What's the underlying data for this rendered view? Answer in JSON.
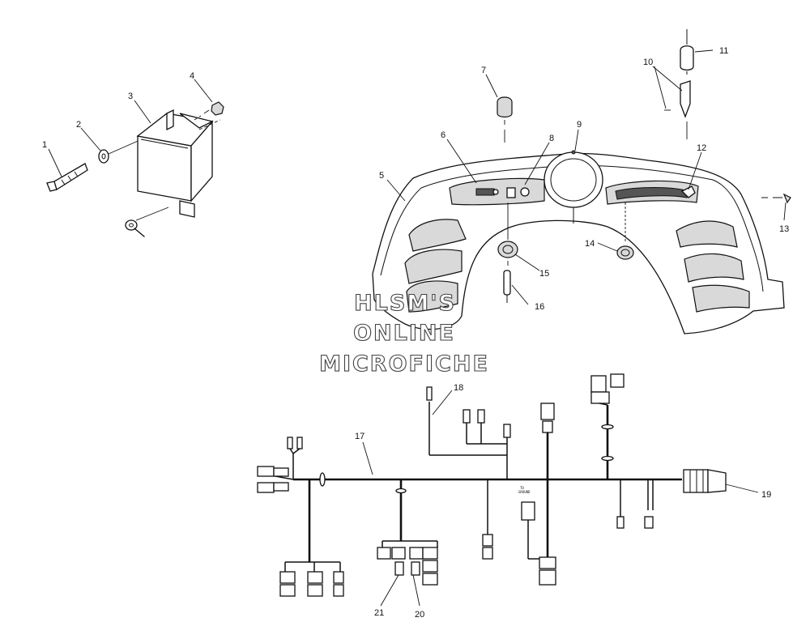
{
  "callouts": [
    {
      "id": "1",
      "label": "1"
    },
    {
      "id": "2",
      "label": "2"
    },
    {
      "id": "3",
      "label": "3"
    },
    {
      "id": "4",
      "label": "4"
    },
    {
      "id": "5",
      "label": "5"
    },
    {
      "id": "6",
      "label": "6"
    },
    {
      "id": "7",
      "label": "7"
    },
    {
      "id": "8",
      "label": "8"
    },
    {
      "id": "9",
      "label": "9"
    },
    {
      "id": "10",
      "label": "10"
    },
    {
      "id": "11",
      "label": "11"
    },
    {
      "id": "12",
      "label": "12"
    },
    {
      "id": "13",
      "label": "13"
    },
    {
      "id": "14",
      "label": "14"
    },
    {
      "id": "15",
      "label": "15"
    },
    {
      "id": "16",
      "label": "16"
    },
    {
      "id": "17",
      "label": "17"
    },
    {
      "id": "18",
      "label": "18"
    },
    {
      "id": "19",
      "label": "19"
    },
    {
      "id": "20",
      "label": "20"
    },
    {
      "id": "21",
      "label": "21"
    }
  ],
  "watermark": {
    "line1": "HLSM'S",
    "line2": "ONLINE",
    "line3": "MICROFICHE"
  },
  "colors": {
    "line": "#111111",
    "background": "#ffffff",
    "watermark_outline": "#444444"
  }
}
